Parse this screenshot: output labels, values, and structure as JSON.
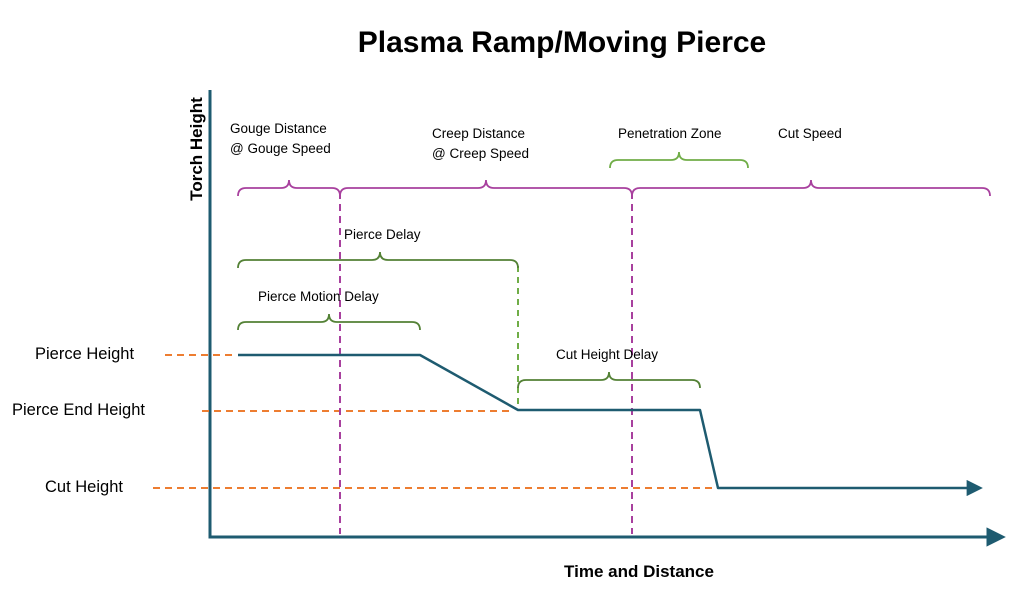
{
  "title": "Plasma Ramp/Moving Pierce",
  "axes": {
    "y_label": "Torch Height",
    "x_label": "Time and Distance"
  },
  "height_labels": {
    "pierce_height": "Pierce Height",
    "pierce_end_height": "Pierce End Height",
    "cut_height": "Cut Height"
  },
  "zone_labels": {
    "gouge": "Gouge Distance\n@ Gouge Speed",
    "creep": "Creep Distance\n@ Creep Speed",
    "penetration": "Penetration Zone",
    "cut_speed": "Cut Speed",
    "pierce_delay": "Pierce Delay",
    "pierce_motion_delay": "Pierce Motion Delay",
    "cut_height_delay": "Cut Height Delay"
  },
  "colors": {
    "axis_and_curve": "#1e5b70",
    "distance_braces": "#a8409e",
    "delay_braces": "#538135",
    "penetration_brace": "#70ad47",
    "height_reference_lines": "#ed7d31"
  }
}
